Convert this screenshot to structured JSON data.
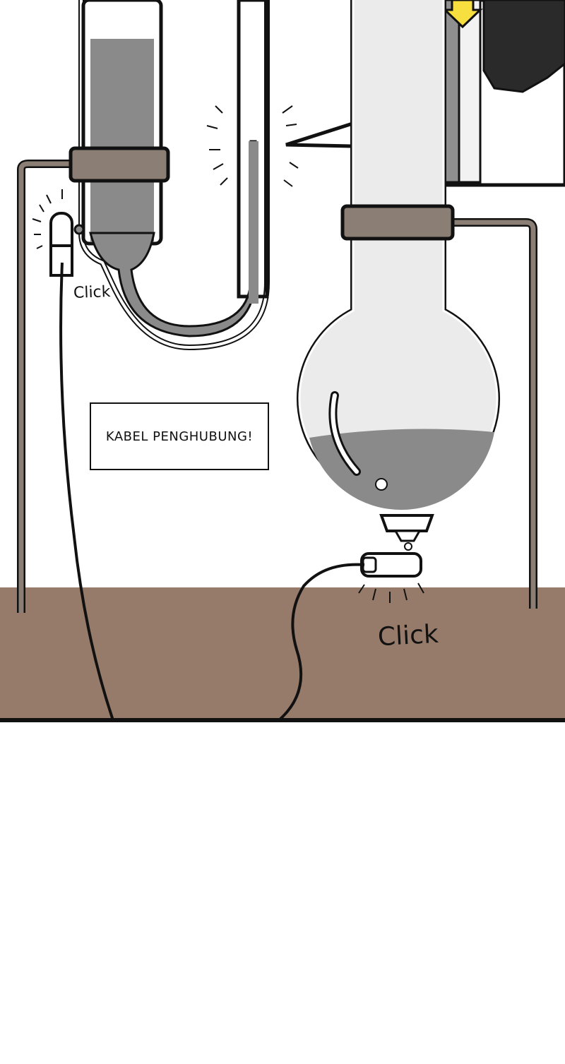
{
  "caption": {
    "text": "KABEL PENGHUBUNG!"
  },
  "sfx": {
    "click_small": "Click",
    "click_large": "Click"
  },
  "colors": {
    "liquid": "#8a8a8a",
    "clamp": "#8a7e75",
    "ground": "#977b6a",
    "glass_fill": "#ebebeb",
    "arrow": "#f6df3e"
  }
}
